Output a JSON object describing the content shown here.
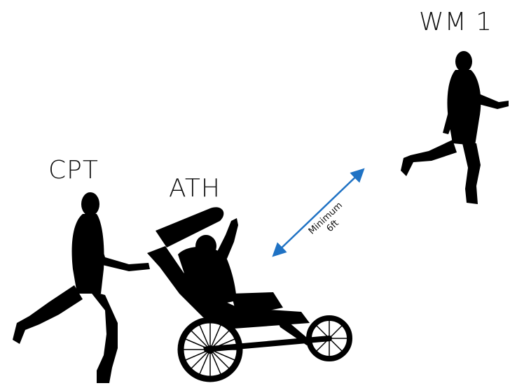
{
  "labels": {
    "wm": "WM 1",
    "cpt": "CPT",
    "ath": "ATH"
  },
  "distance": {
    "line1": "Minimum",
    "line2": "6ft"
  },
  "colors": {
    "silhouette": "#000000",
    "arrow": "#1f72c4",
    "text": "#111111"
  }
}
